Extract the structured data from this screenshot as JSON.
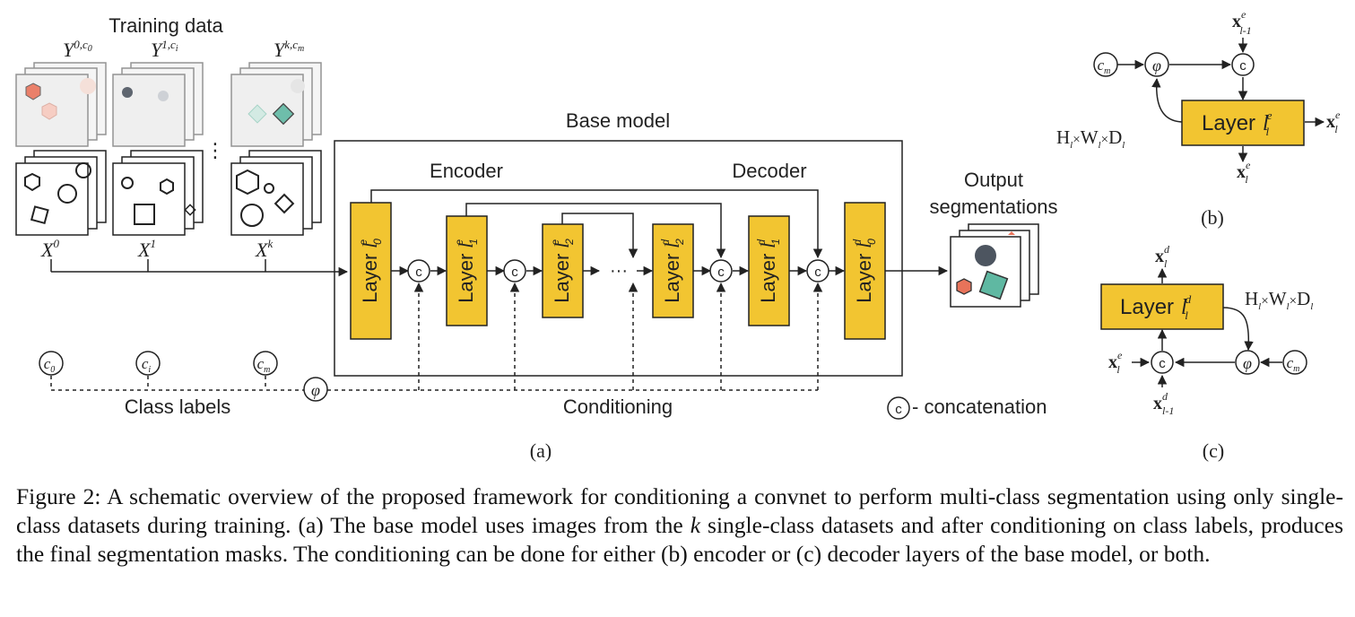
{
  "panel_a": {
    "training_data_label": "Training data",
    "y_labels": [
      {
        "base": "Y",
        "sup": "0,c",
        "subsup": "0"
      },
      {
        "base": "Y",
        "sup": "1,c",
        "subsup": "i"
      },
      {
        "base": "Y",
        "sup": "k,c",
        "subsup": "m"
      }
    ],
    "x_labels": [
      {
        "base": "X",
        "sup": "0"
      },
      {
        "base": "X",
        "sup": "1"
      },
      {
        "base": "X",
        "sup": "k"
      }
    ],
    "class_labels": [
      {
        "base": "c",
        "sub": "0"
      },
      {
        "base": "c",
        "sub": "i"
      },
      {
        "base": "c",
        "sub": "m"
      }
    ],
    "phi_symbol": "φ",
    "class_labels_text": "Class labels",
    "conditioning_text": "Conditioning",
    "base_model_label": "Base model",
    "encoder_label": "Encoder",
    "decoder_label": "Decoder",
    "ellipsis": "···",
    "layers": [
      {
        "word": "Layer",
        "base": "l",
        "sub": "0",
        "sup": "e"
      },
      {
        "word": "Layer",
        "base": "l",
        "sub": "1",
        "sup": "e"
      },
      {
        "word": "Layer",
        "base": "l",
        "sub": "2",
        "sup": "e"
      },
      {
        "word": "Layer",
        "base": "l",
        "sub": "2",
        "sup": "d"
      },
      {
        "word": "Layer",
        "base": "l",
        "sub": "1",
        "sup": "d"
      },
      {
        "word": "Layer",
        "base": "l",
        "sub": "0",
        "sup": "d"
      }
    ],
    "concat_symbol": "c",
    "output_label_line1": "Output",
    "output_label_line2": "segmentations",
    "concat_legend": "- concatenation",
    "panel_label": "(a)"
  },
  "panel_b": {
    "class_label": {
      "base": "c",
      "sub": "m"
    },
    "phi_symbol": "φ",
    "concat_symbol": "c",
    "input_top": {
      "base": "x",
      "sup": "e",
      "sub": "l-1"
    },
    "layer": {
      "word": "Layer",
      "base": "l",
      "sup": "e",
      "sub": "l"
    },
    "output_right": {
      "base": "x",
      "sup": "e",
      "sub": "l"
    },
    "output_bottom": {
      "base": "x",
      "sup": "e",
      "sub": "l"
    },
    "dims": {
      "h": "H",
      "w": "W",
      "d": "D",
      "sub": "l",
      "times": "×"
    },
    "panel_label": "(b)"
  },
  "panel_c": {
    "class_label": {
      "base": "c",
      "sub": "m"
    },
    "phi_symbol": "φ",
    "concat_symbol": "c",
    "output_top": {
      "base": "x",
      "sup": "d",
      "sub": "l"
    },
    "input_left": {
      "base": "x",
      "sup": "e",
      "sub": "l"
    },
    "input_bottom": {
      "base": "x",
      "sup": "d",
      "sub": "l-1"
    },
    "layer": {
      "word": "Layer",
      "base": "l",
      "sup": "d",
      "sub": "l"
    },
    "dims": {
      "h": "H",
      "w": "W",
      "d": "D",
      "sub": "l",
      "times": "×"
    },
    "panel_label": "(c)"
  },
  "caption": {
    "prefix": "Figure 2: A schematic overview of the proposed framework for conditioning a convnet to perform multi-class segmentation using only single-class datasets during training. (a) The base model uses images from the ",
    "k": "k",
    "suffix": " single-class datasets and after conditioning on class labels, produces the final segmentation masks. The conditioning can be done for either (b) encoder or (c) decoder layers of the base model, or both."
  },
  "colors": {
    "layer_fill": "#f2c531",
    "layer_stroke": "#222222",
    "hexagon_fill": "#e8735a",
    "square_fill": "#5fb8a2",
    "circle_fill": "#4d5560",
    "line": "#222222"
  }
}
